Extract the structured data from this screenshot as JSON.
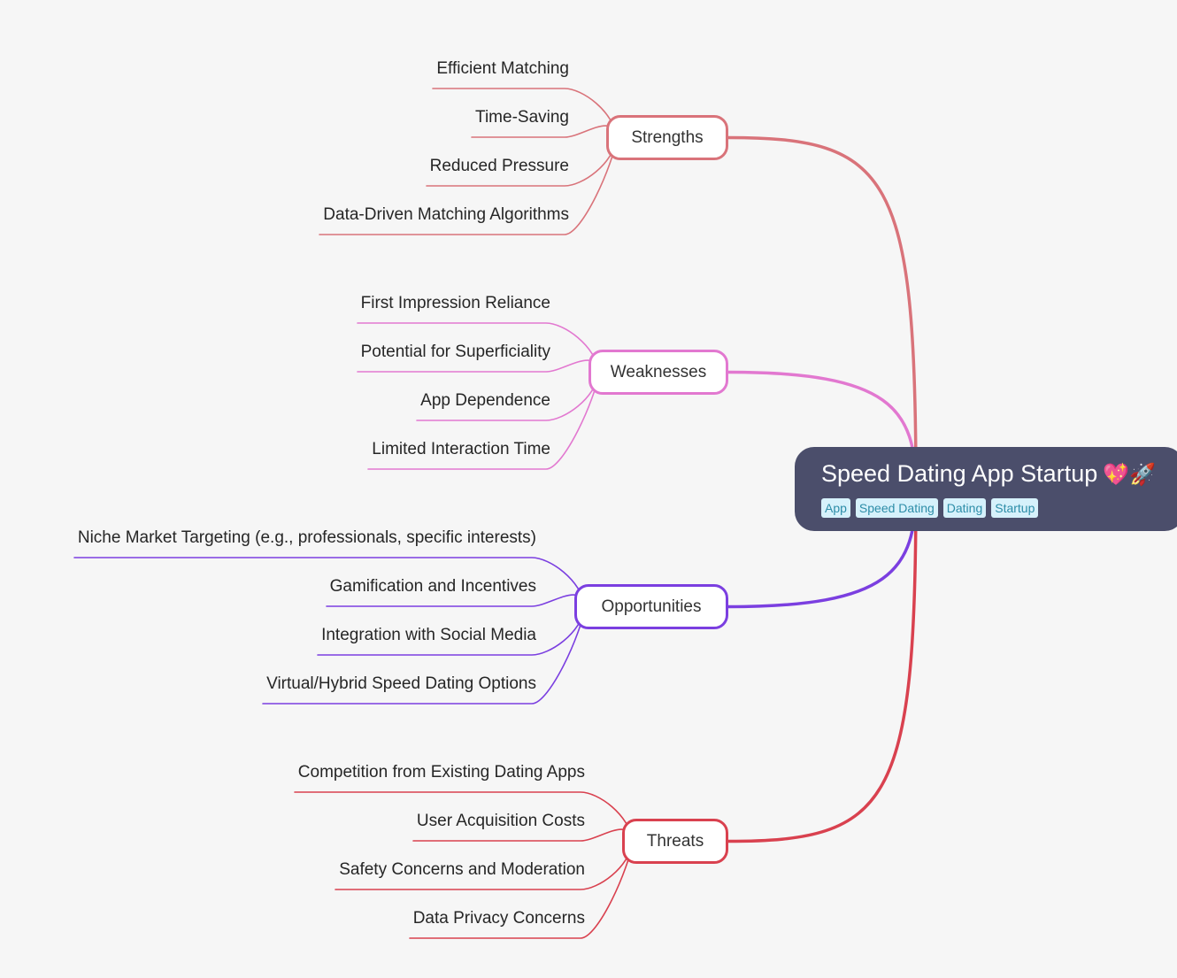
{
  "root": {
    "title": "Speed Dating App Startup",
    "emoji": "💖🚀",
    "tags": [
      "App",
      "Speed Dating",
      "Dating",
      "Startup"
    ]
  },
  "branches": [
    {
      "label": "Strengths",
      "color": "#d9737a",
      "children": [
        "Efficient Matching",
        "Time-Saving",
        "Reduced Pressure",
        "Data-Driven Matching Algorithms"
      ]
    },
    {
      "label": "Weaknesses",
      "color": "#e278d0",
      "children": [
        "First Impression Reliance",
        "Potential for Superficiality",
        "App Dependence",
        "Limited Interaction Time"
      ]
    },
    {
      "label": "Opportunities",
      "color": "#7b3fe0",
      "children": [
        "Niche Market Targeting (e.g., professionals, specific interests)",
        "Gamification and Incentives",
        "Integration with Social Media",
        "Virtual/Hybrid Speed Dating Options"
      ]
    },
    {
      "label": "Threats",
      "color": "#d9414f",
      "children": [
        "Competition from Existing Dating Apps",
        "User Acquisition Costs",
        "Safety Concerns and Moderation",
        "Data Privacy Concerns"
      ]
    }
  ]
}
